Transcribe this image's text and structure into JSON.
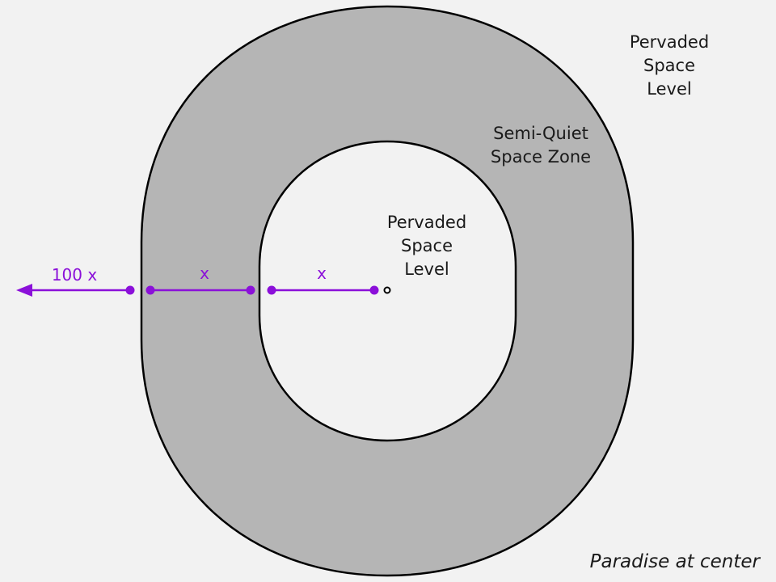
{
  "labels": {
    "outer_level": [
      "Pervaded",
      "Space",
      "Level"
    ],
    "zone": [
      "Semi-Quiet",
      "Space Zone"
    ],
    "inner_level": [
      "Pervaded",
      "Space",
      "Level"
    ],
    "caption": "Paradise at center"
  },
  "measures": {
    "far": "100 x",
    "zone_width": "x",
    "inner_width": "x"
  },
  "colors": {
    "background": "#f2f2f2",
    "zone_fill": "#b5b5b5",
    "outline": "#000000",
    "measure": "#8b10d9"
  }
}
